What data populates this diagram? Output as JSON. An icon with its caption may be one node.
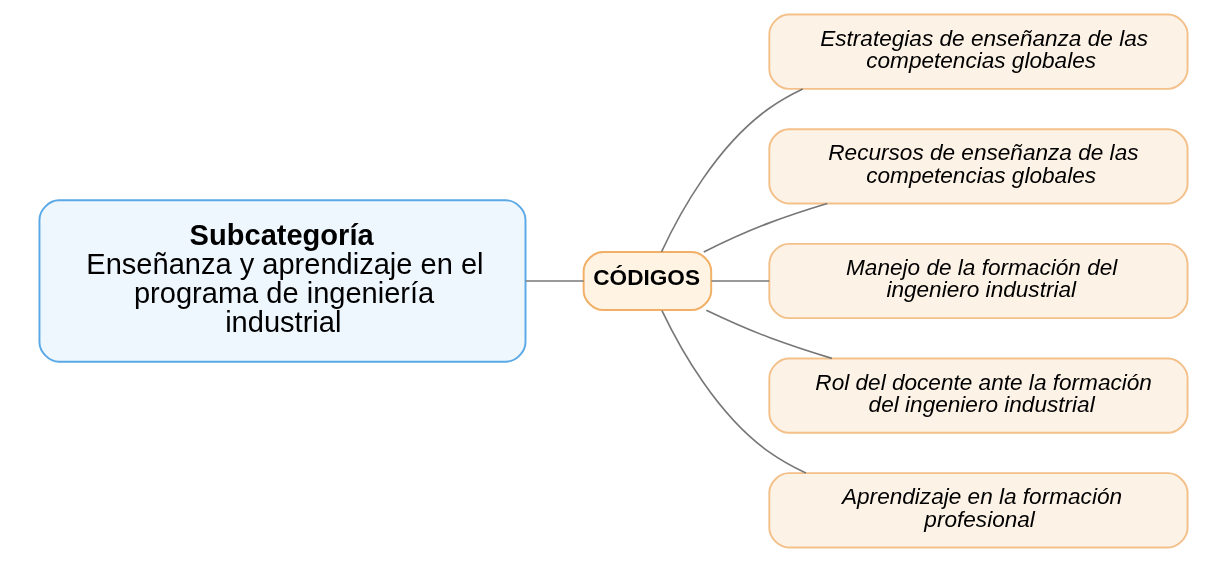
{
  "diagram": {
    "nodes": [
      {
        "text": [
          "Subcategoría",
          "Enseñanza y aprendizaje en el programa de ingeniería industrial"
        ]
      },
      {
        "text": [
          "CÓDIGOS"
        ]
      },
      {
        "text": [
          "Estrategias de enseñanza de las competencias globales"
        ]
      },
      {
        "text": [
          "Recursos de enseñanza de las competencias globales"
        ]
      },
      {
        "text": [
          "Manejo de la formación del ingeniero industrial"
        ]
      },
      {
        "text": [
          "Rol del docente ante la formación del ingeniero industrial"
        ]
      },
      {
        "text": [
          "Aprendizaje en la formación profesional"
        ]
      }
    ],
    "edges": [
      {
        "from": 0,
        "to": 1,
        "arrow": "none"
      },
      {
        "from": 1,
        "to": 2,
        "arrow": "none"
      },
      {
        "from": 1,
        "to": 3,
        "arrow": "none"
      },
      {
        "from": 1,
        "to": 4,
        "arrow": "none"
      },
      {
        "from": 1,
        "to": 5,
        "arrow": "none"
      },
      {
        "from": 1,
        "to": 6,
        "arrow": "none"
      }
    ]
  }
}
